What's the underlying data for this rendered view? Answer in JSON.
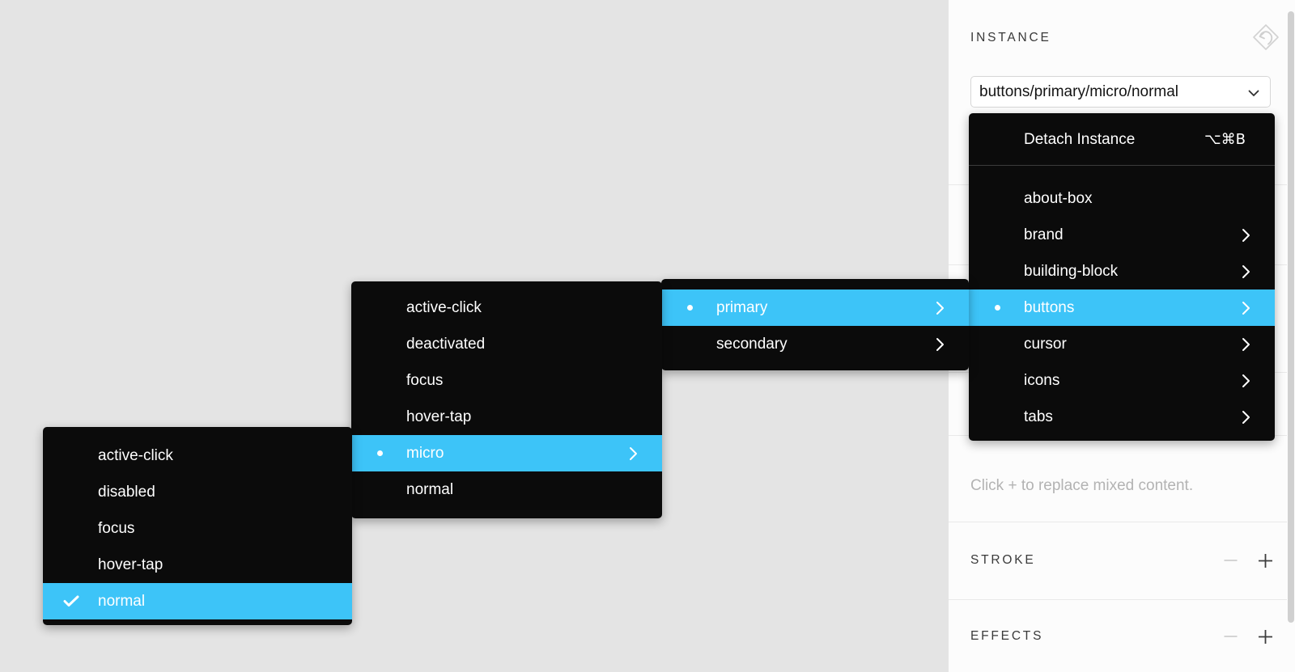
{
  "colors": {
    "canvas": "#e4e4e4",
    "panel_bg": "#fcfcfc",
    "menu_bg": "#0b0b0b",
    "highlight_blue": "#3dc4f8",
    "scrollbar": "#d0d0d0"
  },
  "panel": {
    "title": "INSTANCE",
    "swap_icon": "instance-swap-icon",
    "instance_select": {
      "value": "buttons/primary/micro/normal",
      "chevron_icon": "chevron-down-icon"
    },
    "hint": "Click + to replace mixed content.",
    "sections": [
      {
        "title": "STROKE",
        "remove_icon": "minus-icon",
        "add_icon": "plus-icon"
      },
      {
        "title": "EFFECTS",
        "remove_icon": "minus-icon",
        "add_icon": "plus-icon"
      }
    ]
  },
  "menus": {
    "components": {
      "detach": {
        "label": "Detach Instance",
        "shortcut": "⌥⌘B"
      },
      "items": [
        {
          "label": "about-box",
          "has_submenu": false,
          "selected": false
        },
        {
          "label": "brand",
          "has_submenu": true,
          "selected": false
        },
        {
          "label": "building-block",
          "has_submenu": true,
          "selected": false
        },
        {
          "label": "buttons",
          "has_submenu": true,
          "selected": true,
          "highlighted": true
        },
        {
          "label": "cursor",
          "has_submenu": true,
          "selected": false
        },
        {
          "label": "icons",
          "has_submenu": true,
          "selected": false
        },
        {
          "label": "tabs",
          "has_submenu": true,
          "selected": false
        }
      ]
    },
    "buttons_submenu": {
      "items": [
        {
          "label": "primary",
          "has_submenu": true,
          "selected": true,
          "highlighted": true
        },
        {
          "label": "secondary",
          "has_submenu": true,
          "selected": false
        }
      ]
    },
    "primary_submenu": {
      "items": [
        {
          "label": "active-click"
        },
        {
          "label": "deactivated"
        },
        {
          "label": "focus"
        },
        {
          "label": "hover-tap"
        },
        {
          "label": "micro",
          "has_submenu": true,
          "selected": true,
          "highlighted": true
        },
        {
          "label": "normal"
        }
      ]
    },
    "micro_submenu": {
      "items": [
        {
          "label": "active-click"
        },
        {
          "label": "disabled"
        },
        {
          "label": "focus"
        },
        {
          "label": "hover-tap"
        },
        {
          "label": "normal",
          "checked": true,
          "highlighted": true
        }
      ]
    }
  }
}
